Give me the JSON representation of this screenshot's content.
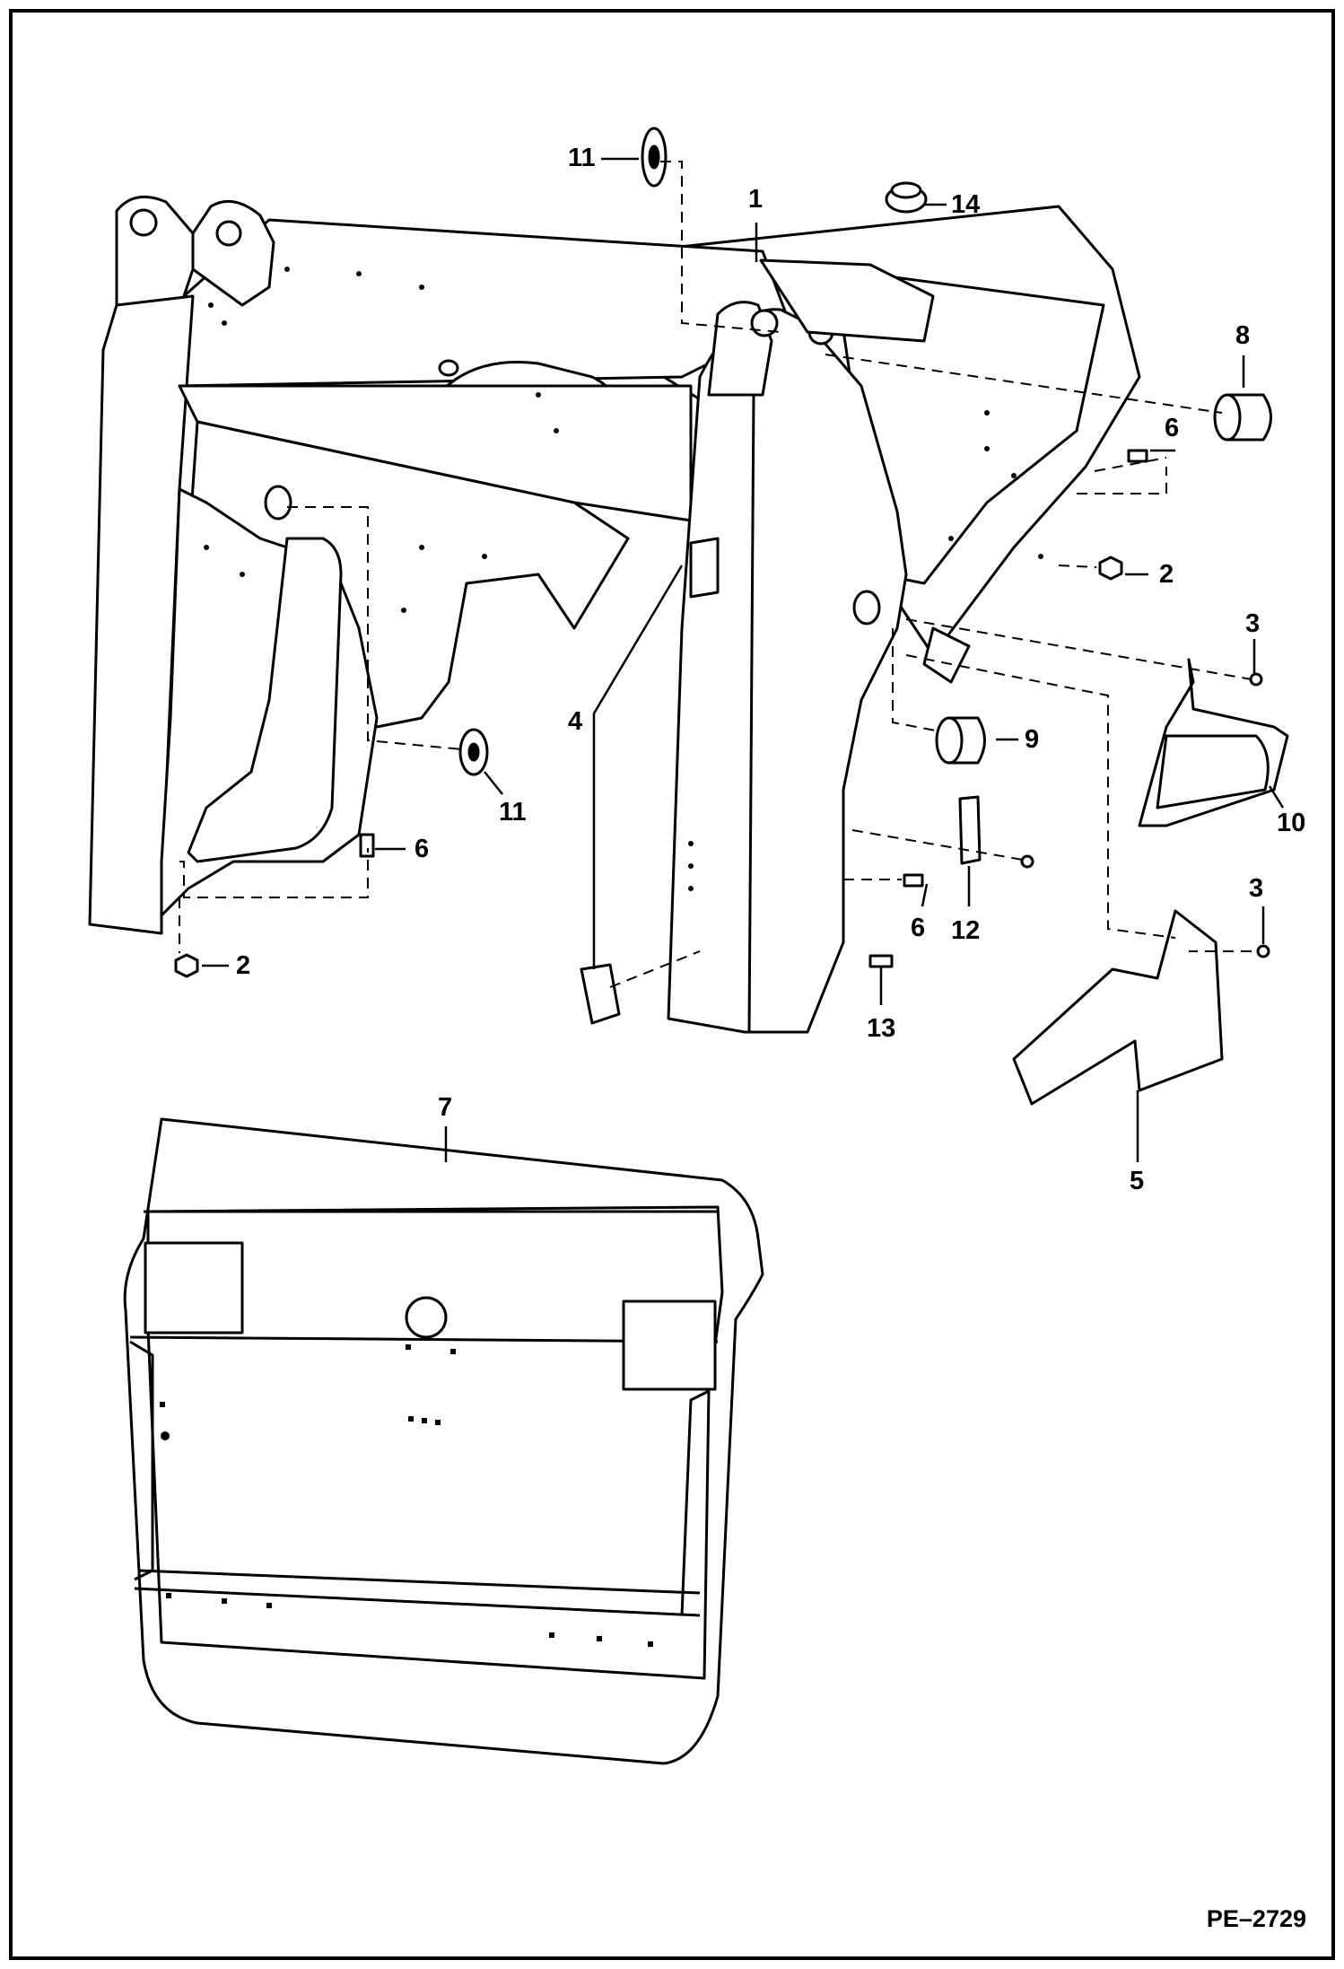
{
  "diagram": {
    "reference_code": "PE–2729",
    "callouts": [
      {
        "id": "c1",
        "label": "1"
      },
      {
        "id": "c14",
        "label": "14"
      },
      {
        "id": "c11a",
        "label": "11"
      },
      {
        "id": "c8",
        "label": "8"
      },
      {
        "id": "c6a",
        "label": "6"
      },
      {
        "id": "c2a",
        "label": "2"
      },
      {
        "id": "c3a",
        "label": "3"
      },
      {
        "id": "c4",
        "label": "4"
      },
      {
        "id": "c9",
        "label": "9"
      },
      {
        "id": "c11b",
        "label": "11"
      },
      {
        "id": "c10",
        "label": "10"
      },
      {
        "id": "c6b",
        "label": "6"
      },
      {
        "id": "c12",
        "label": "12"
      },
      {
        "id": "c3b",
        "label": "3"
      },
      {
        "id": "c6c",
        "label": "6"
      },
      {
        "id": "c2b",
        "label": "2"
      },
      {
        "id": "c13",
        "label": "13"
      },
      {
        "id": "c7",
        "label": "7"
      },
      {
        "id": "c5",
        "label": "5"
      }
    ]
  }
}
